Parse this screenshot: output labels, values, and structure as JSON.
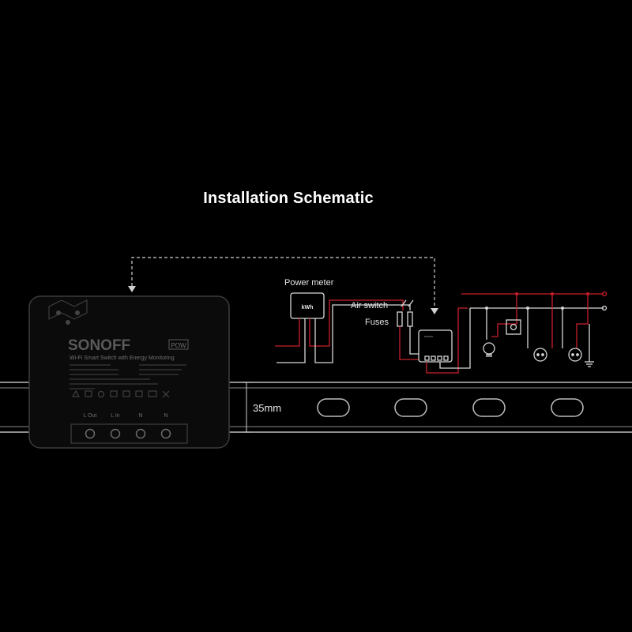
{
  "title": "Installation Schematic",
  "labels": {
    "power_meter": "Power meter",
    "kwh": "kWh",
    "air_switch": "Air switch",
    "fuses": "Fuses",
    "rail_width": "35mm"
  },
  "device": {
    "brand": "SONOFF",
    "model_badge": "POW",
    "subtitle": "Wi-Fi Smart Switch with Energy Monitoring",
    "terminals": [
      "L Out",
      "L In",
      "N",
      "N"
    ]
  },
  "colors": {
    "background": "#000000",
    "live_wire": "#c8202a",
    "neutral_wire": "#d8d8d8",
    "rail": "#bdbdbd",
    "dashed_link": "#d0d0d0"
  },
  "icons": [
    "electric-bolt-icon",
    "ground-icon",
    "lamp-icon",
    "outlet-icon"
  ]
}
